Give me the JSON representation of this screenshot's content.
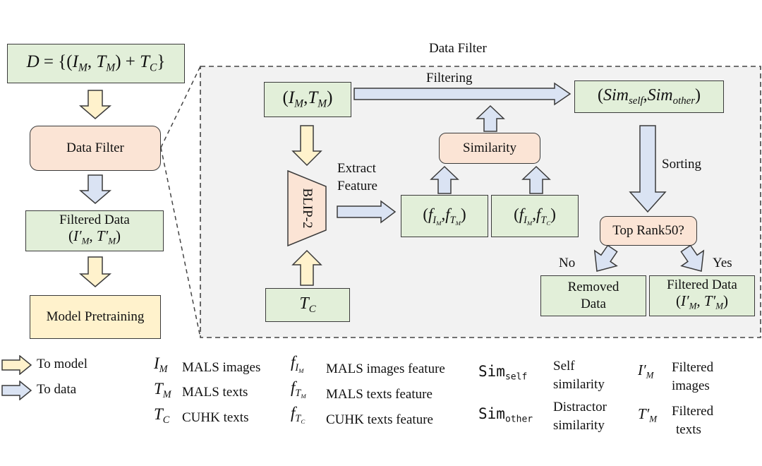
{
  "diagram": {
    "dataset_eq": {
      "lhs": "D",
      "eq": " = {(",
      "im": "I",
      "im_sub": "M",
      "comma": ", ",
      "tm": "T",
      "tm_sub": "M",
      "plus": ") + ",
      "tc": "T",
      "tc_sub": "C",
      "close": "}"
    },
    "left_nodes": {
      "data_filter": "Data Filter",
      "filtered_title": "Filtered Data",
      "filtered_pair": {
        "a": "I′",
        "a_sub": "M",
        "b": "T′",
        "b_sub": "M"
      },
      "model_pretraining": "Model Pretraining"
    },
    "panel_title": "Data Filter",
    "inner": {
      "im_tm": {
        "a": "I",
        "a_sub": "M",
        "b": "T",
        "b_sub": "M"
      },
      "filtering_label": "Filtering",
      "sim_pair": {
        "a": "Sim",
        "a_sub": "self",
        "b": "Sim",
        "b_sub": "other"
      },
      "similarity": "Similarity",
      "extract_label": [
        "Extract",
        "Feature"
      ],
      "blip": "BLIP-2",
      "f_pair_1": {
        "f": "f",
        "a_sub": "I",
        "a_subsub": "M",
        "b_sub": "T",
        "b_subsub": "M"
      },
      "f_pair_2": {
        "f": "f",
        "a_sub": "I",
        "a_subsub": "M",
        "b_sub": "T",
        "b_subsub": "C"
      },
      "sorting_label": "Sorting",
      "tc": {
        "t": "T",
        "sub": "C"
      },
      "top_rank": "Top Rank50?",
      "no_label": "No",
      "yes_label": "Yes",
      "removed": [
        "Removed",
        "Data"
      ],
      "filtered_title": "Filtered Data",
      "filtered_pair": {
        "a": "I′",
        "a_sub": "M",
        "b": "T′",
        "b_sub": "M"
      }
    },
    "colors": {
      "green": "#e2efd9",
      "peach": "#fbe4d5",
      "yellow": "#fff2cc",
      "arrow_yellow": "#fff2cc",
      "arrow_blue": "#dae3f3",
      "border": "#3a3a3a"
    }
  },
  "legend": {
    "arrows": [
      {
        "icon": "yellow-arrow-icon",
        "label": "To model"
      },
      {
        "icon": "blue-arrow-icon",
        "label": "To data"
      }
    ],
    "col1": [
      {
        "sym": "I",
        "sub": "M",
        "label": "MALS images"
      },
      {
        "sym": "T",
        "sub": "M",
        "label": "MALS texts"
      },
      {
        "sym": "T",
        "sub": "C",
        "label": "CUHK texts"
      }
    ],
    "col2": [
      {
        "sym": "f",
        "sub": "I",
        "subsub": "M",
        "label": "MALS images feature"
      },
      {
        "sym": "f",
        "sub": "T",
        "subsub": "M",
        "label": "MALS texts feature"
      },
      {
        "sym": "f",
        "sub": "T",
        "subsub": "C",
        "label": "CUHK texts feature"
      }
    ],
    "col3": [
      {
        "sym": "Sim",
        "sub": "self",
        "label": [
          "Self",
          "similarity"
        ]
      },
      {
        "sym": "Sim",
        "sub": "other",
        "label": [
          "Distractor",
          "similarity"
        ]
      }
    ],
    "col4": [
      {
        "sym": "I′",
        "sub": "M",
        "label": [
          "Filtered",
          "images"
        ]
      },
      {
        "sym": "T′",
        "sub": "M",
        "label": [
          "Filtered",
          "texts"
        ]
      }
    ]
  }
}
